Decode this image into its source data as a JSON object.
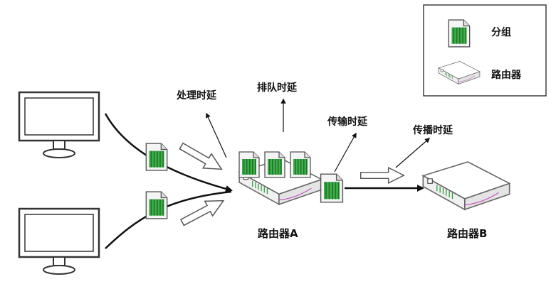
{
  "legend": {
    "packet_label": "分组",
    "router_label": "路由器"
  },
  "delays": {
    "processing": "处理时延",
    "queuing": "排队时延",
    "transmission": "传输时延",
    "propagation": "传播时延"
  },
  "routers": {
    "a_label": "路由器A",
    "b_label": "路由器B"
  },
  "colors": {
    "packet_green": "#2e9a3c",
    "outline": "#333333"
  }
}
